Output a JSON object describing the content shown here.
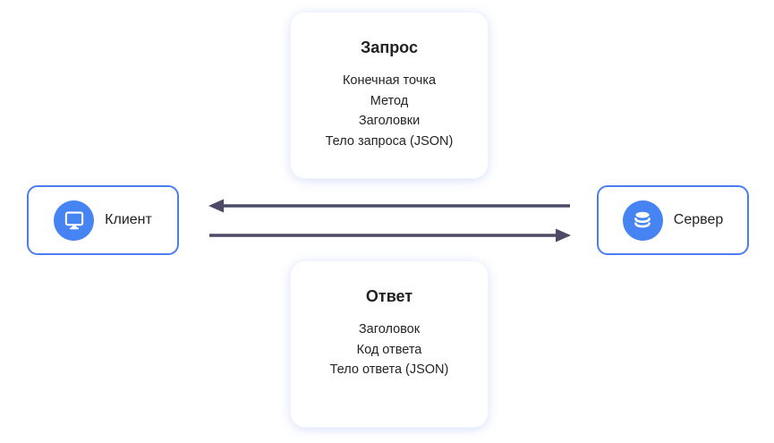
{
  "request_card": {
    "title": "Запрос",
    "items": [
      "Конечная точка",
      "Метод",
      "Заголовки",
      "Тело запроса (JSON)"
    ]
  },
  "response_card": {
    "title": "Ответ",
    "items": [
      "Заголовок",
      "Код ответа",
      "Тело ответа (JSON)"
    ]
  },
  "client_node": {
    "label": "Клиент",
    "icon": "monitor-icon"
  },
  "server_node": {
    "label": "Сервер",
    "icon": "database-icon"
  },
  "arrows": {
    "top": {
      "direction": "left",
      "from": "server",
      "to": "client"
    },
    "bottom": {
      "direction": "right",
      "from": "client",
      "to": "server"
    }
  },
  "colors": {
    "node_border": "#4a7df2",
    "icon_circle": "#4784f3",
    "arrow": "#4d4a68",
    "card_glow": "#e8eefc",
    "text": "#222222",
    "background": "#ffffff"
  }
}
